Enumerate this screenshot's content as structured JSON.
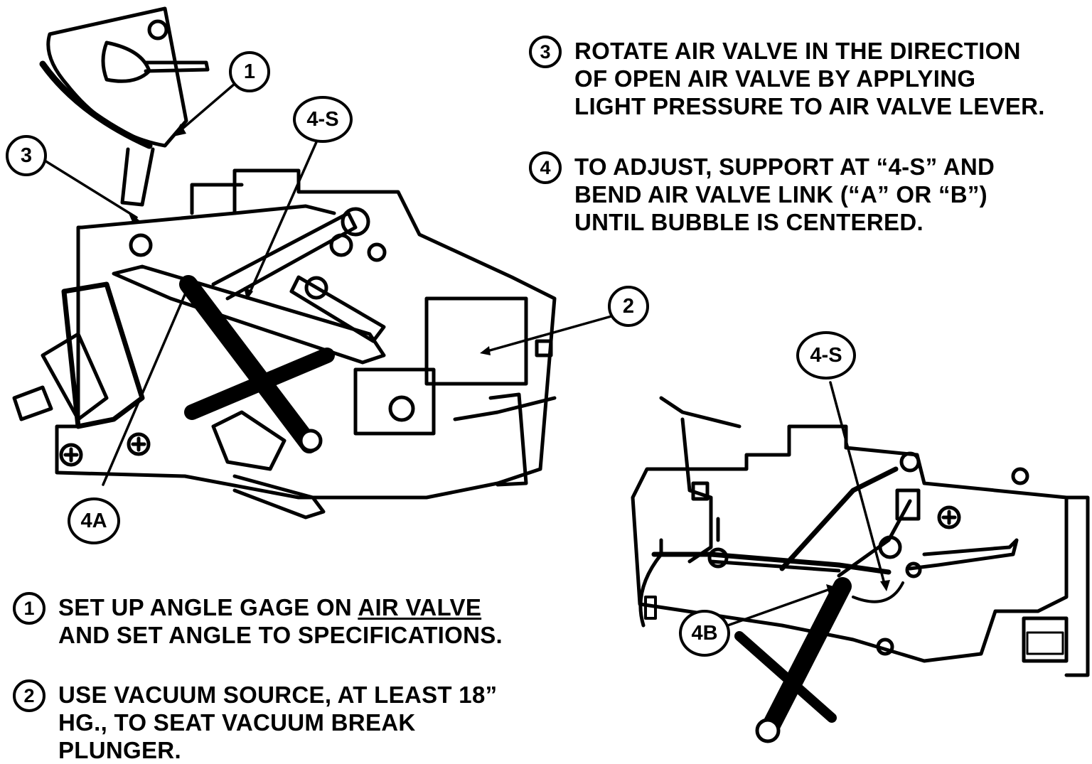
{
  "steps": {
    "s1": {
      "num": "1",
      "line1_pre": "SET UP ANGLE GAGE ON ",
      "line1_ul": "AIR VALVE",
      "line2": "AND SET ANGLE TO SPECIFICATIONS."
    },
    "s2": {
      "num": "2",
      "lines": [
        "USE VACUUM SOURCE, AT LEAST 18”",
        "HG., TO SEAT VACUUM BREAK",
        "PLUNGER."
      ]
    },
    "s3": {
      "num": "3",
      "lines": [
        "ROTATE AIR VALVE IN THE DIRECTION",
        "OF OPEN AIR VALVE BY APPLYING",
        "LIGHT PRESSURE TO AIR VALVE LEVER."
      ]
    },
    "s4": {
      "num": "4",
      "lines": [
        "TO ADJUST, SUPPORT AT “4-S” AND",
        "BEND AIR VALVE LINK (“A” OR “B”)",
        "UNTIL BUBBLE IS CENTERED."
      ]
    }
  },
  "callouts": {
    "c1": "1",
    "c2": "2",
    "c3": "3",
    "c4s_top": "4-S",
    "c4a": "4A",
    "c4s_bottom": "4-S",
    "c4b": "4B"
  }
}
